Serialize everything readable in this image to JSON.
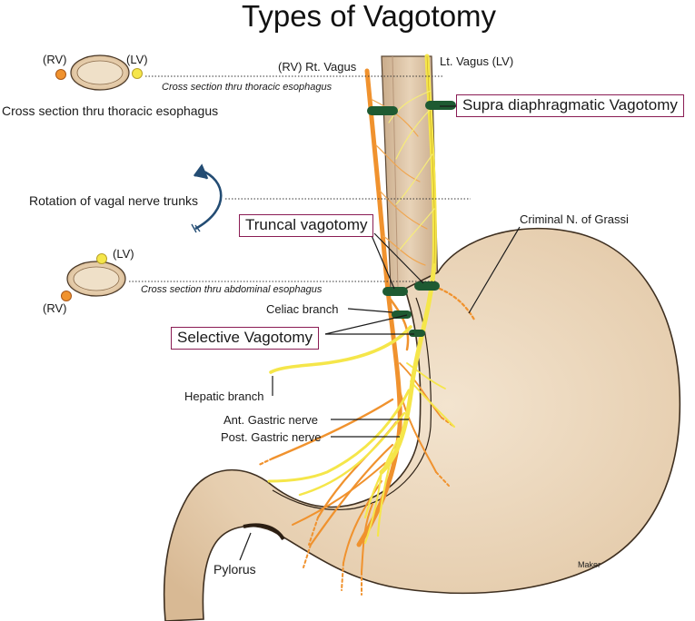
{
  "title": "Types of Vagotomy",
  "labels": {
    "rv": "(RV)",
    "lv": "(LV)",
    "rt_vagus": "(RV) Rt. Vagus",
    "lt_vagus": "Lt. Vagus  (LV)",
    "thoracic_caption": "Cross section thru thoracic esophagus",
    "thoracic_caption_italic": "Cross section thru thoracic esophagus",
    "abdominal_caption_italic": "Cross section thru abdominal esophagus",
    "rotation": "Rotation of vagal nerve trunks",
    "supra": "Supra diaphragmatic Vagotomy",
    "truncal": "Truncal vagotomy",
    "criminal": "Criminal N. of Grassi",
    "celiac": "Celiac branch",
    "selective": "Selective Vagotomy",
    "hepatic": "Hepatic branch",
    "ant_gastric": "Ant. Gastric nerve",
    "post_gastric": "Post. Gastric nerve",
    "pylorus": "Pylorus",
    "maker": "Maker"
  },
  "colors": {
    "stomach": "#e9d2b4",
    "stomach_outline": "#4a3a2a",
    "orange_nerve": "#f0922e",
    "yellow_nerve": "#f5e64a",
    "clamp": "#1e5a32",
    "box_border": "#8a1c54",
    "arrow": "#234c73"
  }
}
